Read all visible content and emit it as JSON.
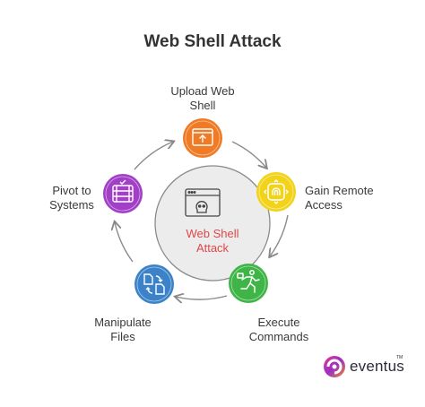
{
  "title": "Web Shell Attack",
  "center": {
    "line1": "Web Shell",
    "line2": "Attack",
    "icon": "browser-skull-icon",
    "color": "#e0464a"
  },
  "steps": [
    {
      "line1": "Upload Web",
      "line2": "Shell",
      "icon": "upload-icon",
      "color": "#f07b24"
    },
    {
      "line1": "Gain Remote",
      "line2": "Access",
      "icon": "fingerprint-icon",
      "color": "#f2d31b"
    },
    {
      "line1": "Execute",
      "line2": "Commands",
      "icon": "runner-icon",
      "color": "#3fb548"
    },
    {
      "line1": "Manipulate",
      "line2": "Files",
      "icon": "files-swap-icon",
      "color": "#3b82c8"
    },
    {
      "line1": "Pivot to",
      "line2": "Systems",
      "icon": "server-rack-icon",
      "color": "#a23fc7"
    }
  ],
  "logo": {
    "text": "eventus",
    "tm": "TM",
    "icon": "eventus-logo-icon"
  }
}
